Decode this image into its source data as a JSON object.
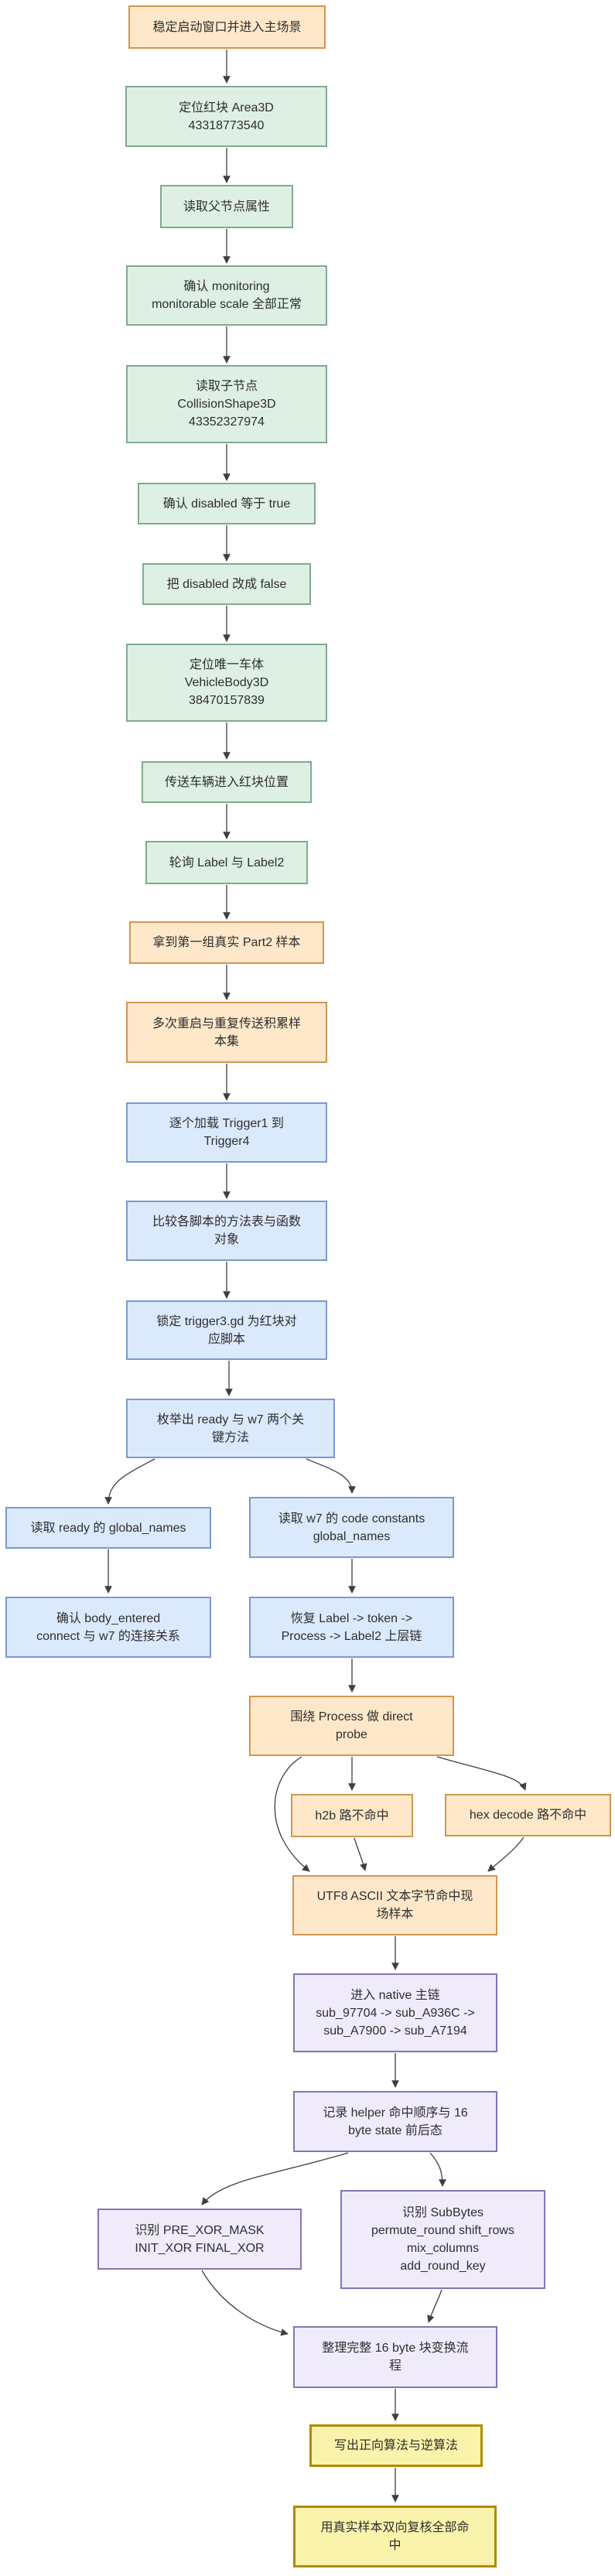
{
  "diagram": {
    "type": "flowchart",
    "direction": "top-down",
    "palette": {
      "orange": {
        "fill": "#FFE8CA",
        "border": "#D29551"
      },
      "green": {
        "fill": "#DEF0E4",
        "border": "#81AA8D"
      },
      "blue": {
        "fill": "#DBE9FC",
        "border": "#7A99D0"
      },
      "purple": {
        "fill": "#F0EBFA",
        "border": "#8674B4"
      },
      "yellow": {
        "fill": "#FAF3AB",
        "border": "#AB8D00"
      },
      "edge": "#3F3F3F",
      "text": "#2E2E2E",
      "background": "#FFFFFF"
    },
    "nodes": [
      {
        "id": "start",
        "color": "orange",
        "lines": [
          "稳定启动窗口并进入主场景"
        ]
      },
      {
        "id": "locate-area3d",
        "color": "green",
        "lines": [
          "定位红块 Area3D",
          "43318773540"
        ]
      },
      {
        "id": "read-parent-props",
        "color": "green",
        "lines": [
          "读取父节点属性"
        ]
      },
      {
        "id": "confirm-monitoring",
        "color": "green",
        "lines": [
          "确认 monitoring",
          "monitorable scale 全部正常"
        ]
      },
      {
        "id": "read-child-node",
        "color": "green",
        "lines": [
          "读取子节点",
          "CollisionShape3D",
          "43352327974"
        ]
      },
      {
        "id": "confirm-disabled-true",
        "color": "green",
        "lines": [
          "确认 disabled 等于 true"
        ]
      },
      {
        "id": "set-disabled-false",
        "color": "green",
        "lines": [
          "把 disabled 改成 false"
        ]
      },
      {
        "id": "locate-vehicle-body",
        "color": "green",
        "lines": [
          "定位唯一车体",
          "VehicleBody3D",
          "38470157839"
        ]
      },
      {
        "id": "teleport-vehicle",
        "color": "green",
        "lines": [
          "传送车辆进入红块位置"
        ]
      },
      {
        "id": "poll-labels",
        "color": "green",
        "lines": [
          "轮询 Label 与 Label2"
        ]
      },
      {
        "id": "first-part2-sample",
        "color": "orange",
        "lines": [
          "拿到第一组真实 Part2 样本"
        ]
      },
      {
        "id": "accumulate-samples",
        "color": "orange",
        "lines": [
          "多次重启与重复传送积累样",
          "本集"
        ]
      },
      {
        "id": "load-triggers",
        "color": "blue",
        "lines": [
          "逐个加载 Trigger1 到",
          "Trigger4"
        ]
      },
      {
        "id": "compare-scripts",
        "color": "blue",
        "lines": [
          "比较各脚本的方法表与函数",
          "对象"
        ]
      },
      {
        "id": "lock-trigger3",
        "color": "blue",
        "lines": [
          "锁定 trigger3.gd 为红块对",
          "应脚本"
        ]
      },
      {
        "id": "enumerate-methods",
        "color": "blue",
        "lines": [
          "枚举出 ready 与 w7 两个关",
          "键方法"
        ]
      },
      {
        "id": "read-ready-globals",
        "color": "blue",
        "lines": [
          "读取 ready 的 global_names"
        ]
      },
      {
        "id": "read-w7-constants",
        "color": "blue",
        "lines": [
          "读取 w7 的 code constants",
          "global_names"
        ]
      },
      {
        "id": "confirm-body-entered",
        "color": "blue",
        "lines": [
          "确认 body_entered",
          "connect 与 w7 的连接关系"
        ]
      },
      {
        "id": "restore-label-chain",
        "color": "blue",
        "lines": [
          "恢复 Label -> token ->",
          "Process -> Label2 上层链"
        ]
      },
      {
        "id": "process-direct-probe",
        "color": "orange",
        "lines": [
          "围绕 Process 做 direct",
          "probe"
        ]
      },
      {
        "id": "h2b-miss",
        "color": "orange",
        "lines": [
          "h2b 路不命中"
        ]
      },
      {
        "id": "hex-decode-miss",
        "color": "orange",
        "lines": [
          "hex decode 路不命中"
        ]
      },
      {
        "id": "utf8-ascii-hit",
        "color": "orange",
        "lines": [
          "UTF8 ASCII 文本字节命中现",
          "场样本"
        ]
      },
      {
        "id": "native-main-chain",
        "color": "purple",
        "lines": [
          "进入 native 主链",
          "sub_97704 -> sub_A936C ->",
          "sub_A7900 -> sub_A7194"
        ]
      },
      {
        "id": "record-helper-order",
        "color": "purple",
        "lines": [
          "记录 helper 命中顺序与 16",
          "byte state 前后态"
        ]
      },
      {
        "id": "identify-xor-masks",
        "color": "purple",
        "lines": [
          "识别 PRE_XOR_MASK",
          "INIT_XOR FINAL_XOR"
        ]
      },
      {
        "id": "identify-subbytes",
        "color": "purple",
        "lines": [
          "识别 SubBytes",
          "permute_round shift_rows",
          "mix_columns",
          "add_round_key"
        ]
      },
      {
        "id": "assemble-block-flow",
        "color": "purple",
        "lines": [
          "整理完整 16 byte 块变换流",
          "程"
        ]
      },
      {
        "id": "write-algorithms",
        "color": "yellow",
        "lines": [
          "写出正向算法与逆算法"
        ]
      },
      {
        "id": "verify-bidirectional",
        "color": "yellow",
        "lines": [
          "用真实样本双向复核全部命",
          "中"
        ]
      }
    ],
    "edges": [
      [
        "start",
        "locate-area3d"
      ],
      [
        "locate-area3d",
        "read-parent-props"
      ],
      [
        "read-parent-props",
        "confirm-monitoring"
      ],
      [
        "confirm-monitoring",
        "read-child-node"
      ],
      [
        "read-child-node",
        "confirm-disabled-true"
      ],
      [
        "confirm-disabled-true",
        "set-disabled-false"
      ],
      [
        "set-disabled-false",
        "locate-vehicle-body"
      ],
      [
        "locate-vehicle-body",
        "teleport-vehicle"
      ],
      [
        "teleport-vehicle",
        "poll-labels"
      ],
      [
        "poll-labels",
        "first-part2-sample"
      ],
      [
        "first-part2-sample",
        "accumulate-samples"
      ],
      [
        "accumulate-samples",
        "load-triggers"
      ],
      [
        "load-triggers",
        "compare-scripts"
      ],
      [
        "compare-scripts",
        "lock-trigger3"
      ],
      [
        "lock-trigger3",
        "enumerate-methods"
      ],
      [
        "enumerate-methods",
        "read-ready-globals"
      ],
      [
        "enumerate-methods",
        "read-w7-constants"
      ],
      [
        "read-ready-globals",
        "confirm-body-entered"
      ],
      [
        "read-w7-constants",
        "restore-label-chain"
      ],
      [
        "restore-label-chain",
        "process-direct-probe"
      ],
      [
        "process-direct-probe",
        "h2b-miss"
      ],
      [
        "process-direct-probe",
        "hex-decode-miss"
      ],
      [
        "process-direct-probe",
        "utf8-ascii-hit"
      ],
      [
        "h2b-miss",
        "utf8-ascii-hit"
      ],
      [
        "hex-decode-miss",
        "utf8-ascii-hit"
      ],
      [
        "utf8-ascii-hit",
        "native-main-chain"
      ],
      [
        "native-main-chain",
        "record-helper-order"
      ],
      [
        "record-helper-order",
        "identify-xor-masks"
      ],
      [
        "record-helper-order",
        "identify-subbytes"
      ],
      [
        "identify-xor-masks",
        "assemble-block-flow"
      ],
      [
        "identify-subbytes",
        "assemble-block-flow"
      ],
      [
        "assemble-block-flow",
        "write-algorithms"
      ],
      [
        "write-algorithms",
        "verify-bidirectional"
      ]
    ]
  }
}
